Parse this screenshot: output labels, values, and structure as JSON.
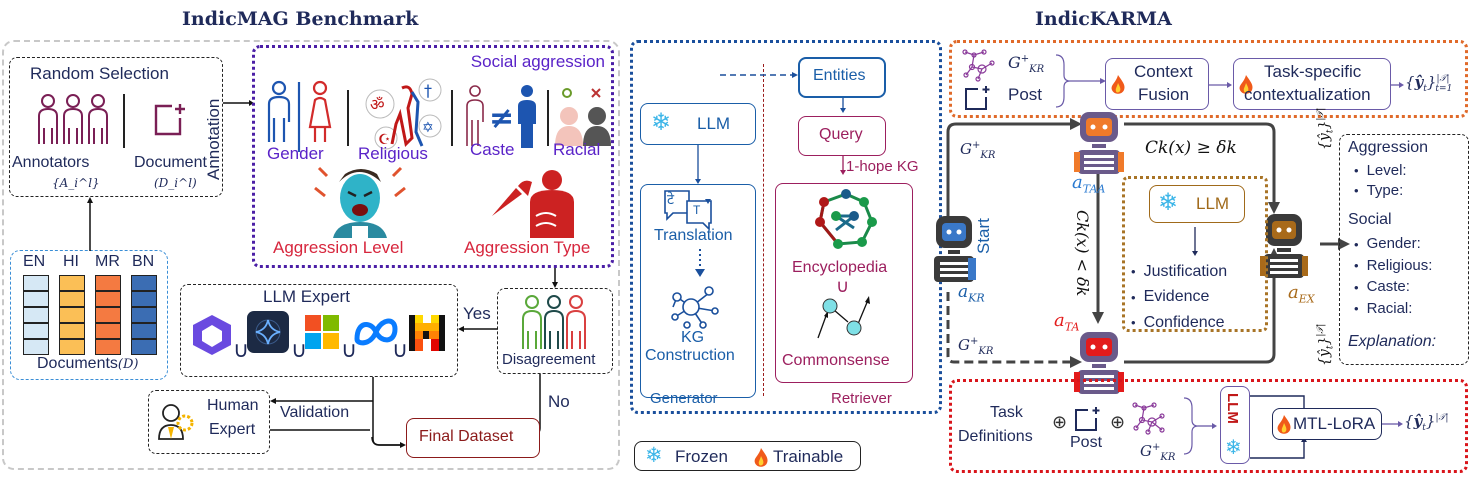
{
  "titles": {
    "left": "IndicMAG Benchmark",
    "right": "IndicKARMA"
  },
  "benchmark": {
    "random_selection": {
      "title": "Random Selection",
      "annotators_label": "Annotators",
      "annotators_math": "{A_i^l}",
      "document_label": "Document",
      "document_math": "(D_i^l)"
    },
    "annotation_label": "Annotation",
    "social_aggression": {
      "title": "Social aggression",
      "categories": [
        "Gender",
        "Religious",
        "Caste",
        "Racial"
      ],
      "aggression_level": "Aggression Level",
      "aggression_type": "Aggression Type"
    },
    "documents": {
      "languages": [
        {
          "code": "EN",
          "color": "#d6e8f5"
        },
        {
          "code": "HI",
          "color": "#fbbf56"
        },
        {
          "code": "MR",
          "color": "#f47a41"
        },
        {
          "code": "BN",
          "color": "#3b6db3"
        }
      ],
      "label": "Documents",
      "math": "(D)"
    },
    "llm_expert": {
      "title": "LLM Expert",
      "models": [
        "qwen-logo",
        "gemini-logo",
        "microsoft-logo",
        "meta-logo",
        "mistral-logo"
      ],
      "union_symbol": "∪"
    },
    "disagreement": "Disagreement",
    "yes_label": "Yes",
    "no_label": "No",
    "human_expert": [
      "Human",
      "Expert"
    ],
    "validation_label": "Validation",
    "final_dataset": "Final Dataset"
  },
  "karma_left": {
    "entities": "Entities",
    "llm": "LLM",
    "query": "Query",
    "hop_label": "1-hope KG",
    "translation": "Translation",
    "translation_glyphs": [
      "टे",
      "T"
    ],
    "kg_construction": [
      "KG",
      "Construction"
    ],
    "encyclopedia": "Encyclopedia",
    "union_symbol": "∪",
    "commonsense": "Commonsense",
    "generator": "Generator",
    "retriever": "Retriever",
    "legend": {
      "frozen": "Frozen",
      "trainable": "Trainable"
    }
  },
  "karma_right": {
    "top": {
      "gkr": "G+KR",
      "post": "Post",
      "context_fusion": [
        "Context",
        "Fusion"
      ],
      "task_specific": [
        "Task-specific",
        "contextualization"
      ],
      "output": "{ŷt}|T| t=1"
    },
    "agents": {
      "kr": "aKR",
      "taa": "aTAA",
      "ta": "aTA",
      "ex": "aEX",
      "start": "Start"
    },
    "edges": {
      "gkr_top": "G+KR",
      "gkr_bottom": "G+KR",
      "cond_ge": "Ck(x) ≥ δk",
      "cond_lt": "Ck(x) < δk",
      "y_top": "{ŷt}|T| t=1",
      "y_bottom": "{ŷt}|T| t=1"
    },
    "explainer": {
      "llm": "LLM",
      "items": [
        "Justification",
        "Evidence",
        "Confidence"
      ]
    },
    "output_panel": {
      "aggression": "Aggression",
      "aggression_items": [
        "Level:",
        "Type:"
      ],
      "social": "Social",
      "social_items": [
        "Gender:",
        "Religious:",
        "Caste:",
        "Racial:"
      ],
      "explanation": "Explanation:"
    },
    "bottom": {
      "task_definitions": [
        "Task",
        "Definitions"
      ],
      "oplus": "⊕",
      "post": "Post",
      "gkr": "G+KR",
      "llm": "LLM",
      "mtl_lora": "MTL-LoRA",
      "output": "{ŷt}|T| t=1"
    }
  }
}
